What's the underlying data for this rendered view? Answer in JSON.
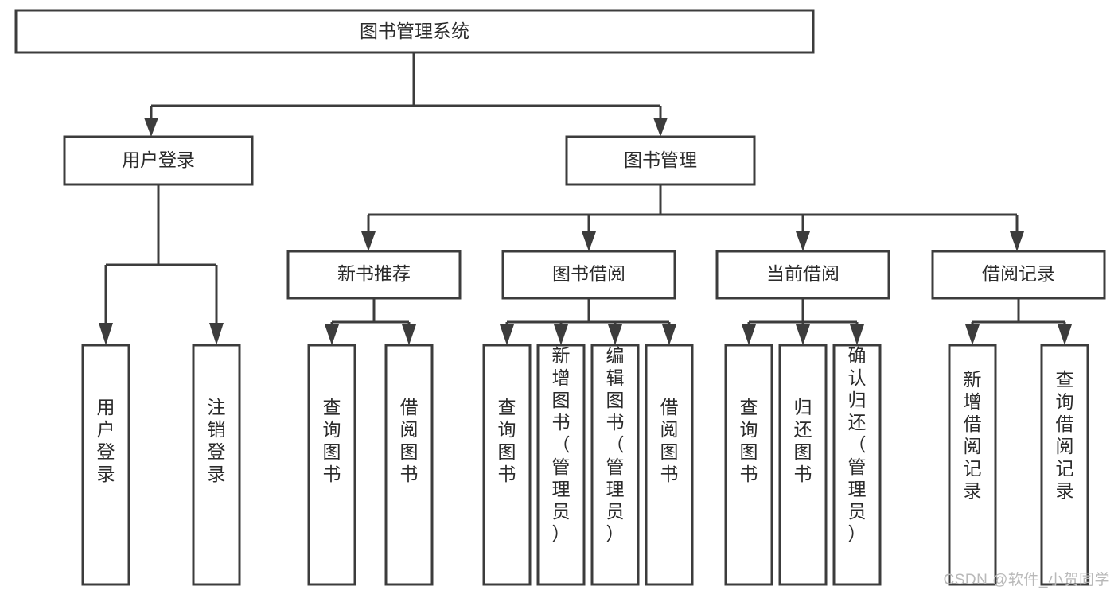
{
  "diagram": {
    "type": "tree-hierarchy",
    "title": "图书管理系统",
    "root": {
      "id": "root",
      "label": "图书管理系统"
    },
    "level1": [
      {
        "id": "user-login",
        "label": "用户登录"
      },
      {
        "id": "book-manage",
        "label": "图书管理"
      }
    ],
    "level2": [
      {
        "id": "new-book-recommend",
        "label": "新书推荐",
        "parent": "book-manage"
      },
      {
        "id": "book-borrow",
        "label": "图书借阅",
        "parent": "book-manage"
      },
      {
        "id": "current-borrow",
        "label": "当前借阅",
        "parent": "book-manage"
      },
      {
        "id": "borrow-record",
        "label": "借阅记录",
        "parent": "book-manage"
      }
    ],
    "leaves": [
      {
        "id": "leaf-user-login",
        "label": "用户登录",
        "parent": "user-login"
      },
      {
        "id": "leaf-logout",
        "label": "注销登录",
        "parent": "user-login"
      },
      {
        "id": "leaf-query-book-1",
        "label": "查询图书",
        "parent": "new-book-recommend"
      },
      {
        "id": "leaf-borrow-book-1",
        "label": "借阅图书",
        "parent": "new-book-recommend"
      },
      {
        "id": "leaf-query-book-2",
        "label": "查询图书",
        "parent": "book-borrow"
      },
      {
        "id": "leaf-add-book",
        "label": "新增图书（管理员）",
        "parent": "book-borrow"
      },
      {
        "id": "leaf-edit-book",
        "label": "编辑图书（管理员）",
        "parent": "book-borrow"
      },
      {
        "id": "leaf-borrow-book-2",
        "label": "借阅图书",
        "parent": "book-borrow"
      },
      {
        "id": "leaf-query-book-3",
        "label": "查询图书",
        "parent": "current-borrow"
      },
      {
        "id": "leaf-return-book",
        "label": "归还图书",
        "parent": "current-borrow"
      },
      {
        "id": "leaf-confirm-return",
        "label": "确认归还（管理员）",
        "parent": "current-borrow"
      },
      {
        "id": "leaf-add-record",
        "label": "新增借阅记录",
        "parent": "borrow-record"
      },
      {
        "id": "leaf-query-record",
        "label": "查询借阅记录",
        "parent": "borrow-record"
      }
    ]
  },
  "watermark": {
    "text": "CSDN @软件_小贺同学"
  },
  "colors": {
    "box_stroke": "#3c3c3c",
    "box_fill": "#ffffff",
    "text": "#2b2b2b",
    "connector": "#3c3c3c",
    "watermark": "#b9b9b9",
    "background": "#ffffff"
  }
}
